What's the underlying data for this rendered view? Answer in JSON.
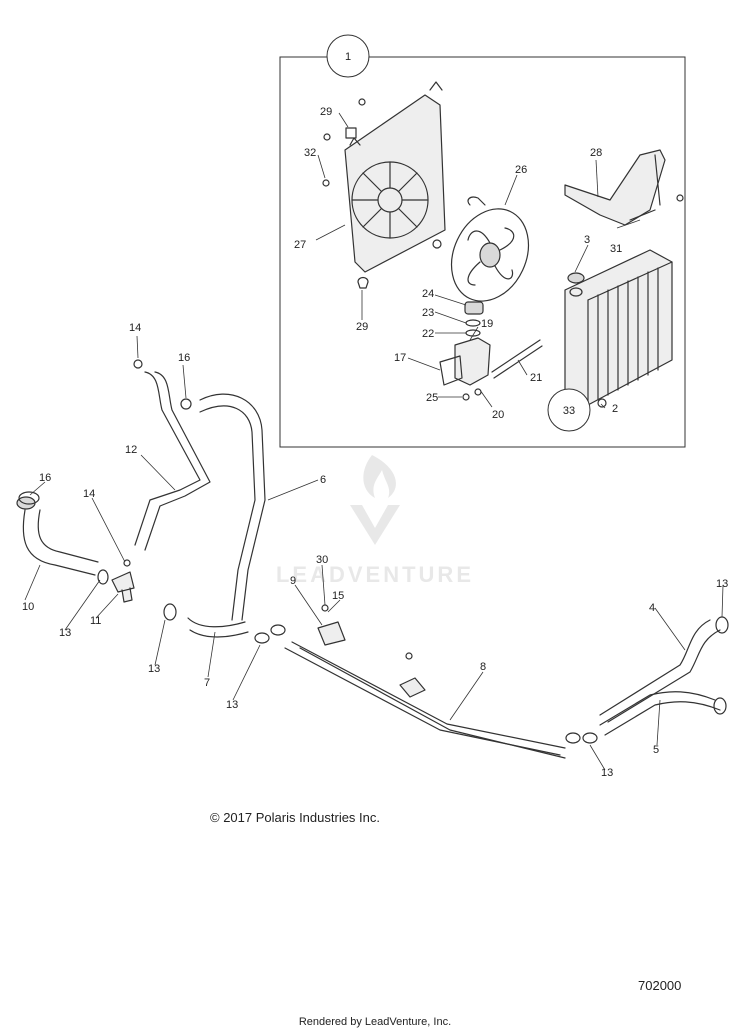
{
  "assembly_callout": "1",
  "radiator_callout": "33",
  "callouts": {
    "c2": "2",
    "c3": "3",
    "c4": "4",
    "c5": "5",
    "c6": "6",
    "c7": "7",
    "c8": "8",
    "c9": "9",
    "c10": "10",
    "c11": "11",
    "c12": "12",
    "c13": "13",
    "c14": "14",
    "c15": "15",
    "c16": "16",
    "c17": "17",
    "c19": "19",
    "c20": "20",
    "c21": "21",
    "c22": "22",
    "c23": "23",
    "c24": "24",
    "c25": "25",
    "c26": "26",
    "c27": "27",
    "c28": "28",
    "c29": "29",
    "c30": "30",
    "c31": "31",
    "c32": "32"
  },
  "watermark": "LEADVENTURE",
  "copyright": "© 2017 Polaris Industries Inc.",
  "diagram_id": "702000",
  "rendered_by": "Rendered by LeadVenture, Inc."
}
